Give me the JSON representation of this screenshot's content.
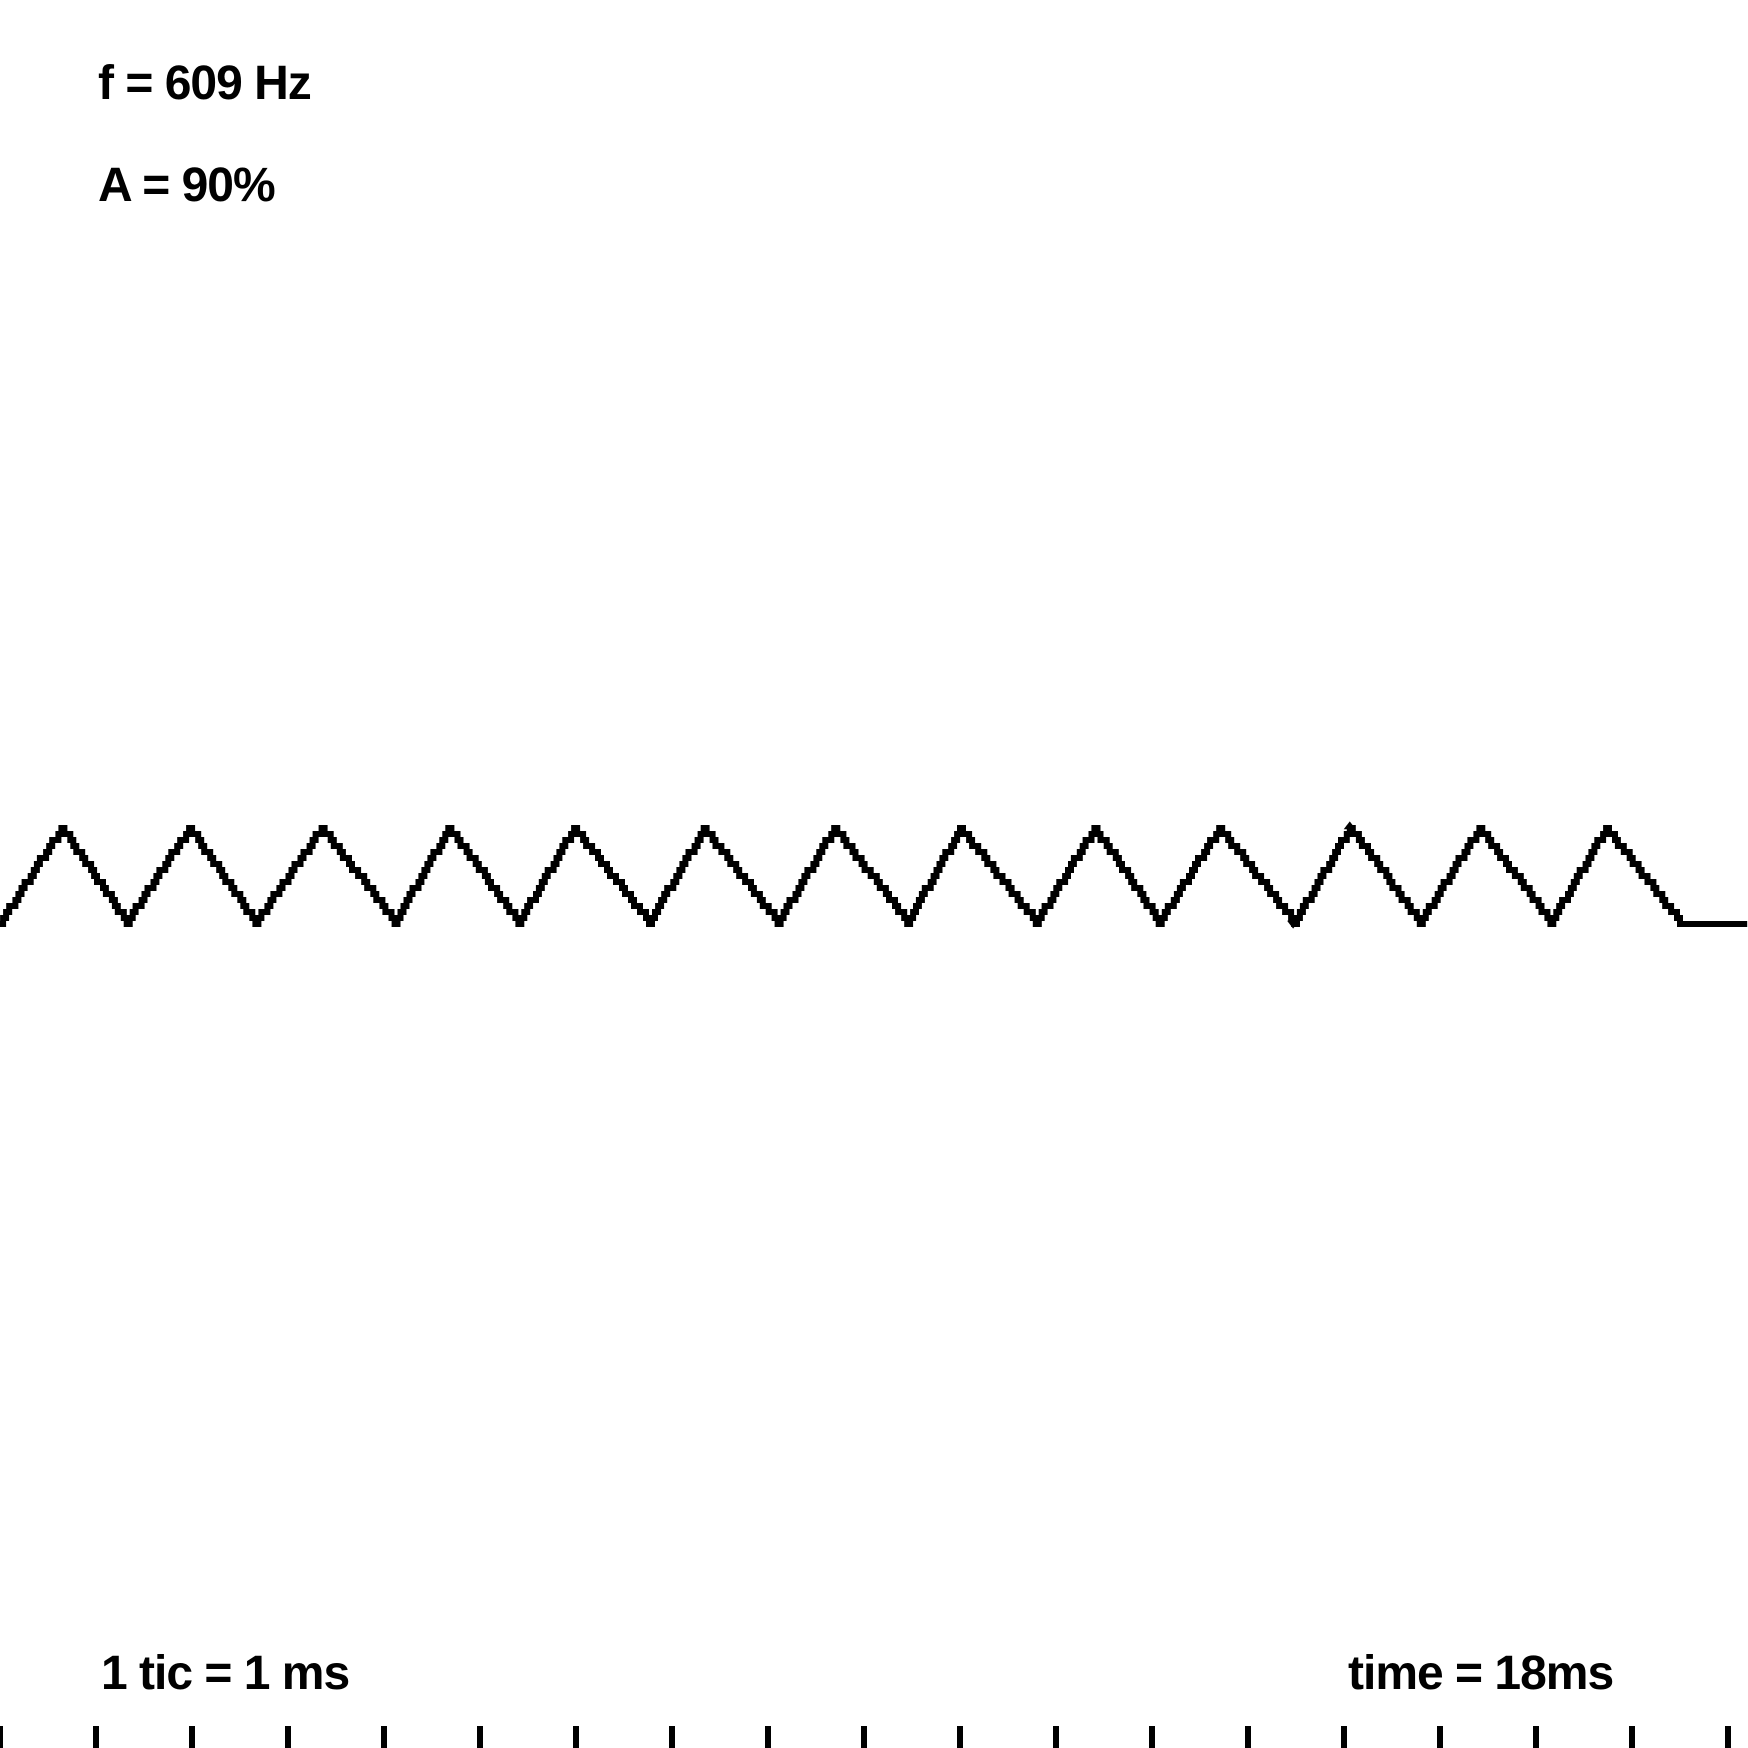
{
  "labels": {
    "frequency": "f = 609 Hz",
    "amplitude": "A = 90%",
    "tick_scale": "1 tic = 1 ms",
    "time": "time = 18ms"
  },
  "colors": {
    "background": "#ffffff",
    "trace": "#000000"
  },
  "chart_data": {
    "type": "line",
    "title": "",
    "xlabel": "",
    "ylabel": "",
    "waveform": "triangle (stepped)",
    "frequency_hz": 609,
    "amplitude_percent": 90,
    "xlim_ms": [
      0,
      18.2
    ],
    "ylim": [
      -1,
      1
    ],
    "tick_interval_ms": 1,
    "tick_count": 19,
    "grid": false,
    "legend": "none",
    "peak_times_ms": [
      0.64,
      1.97,
      3.35,
      4.67,
      5.98,
      7.33,
      8.69,
      10.0,
      11.4,
      12.7,
      14.06,
      15.41,
      16.73
    ],
    "trough_times_ms": [
      1.32,
      2.66,
      4.11,
      5.4,
      6.76,
      8.1,
      9.45,
      10.79,
      12.07,
      13.48,
      14.79,
      16.15,
      17.5
    ],
    "peak_level": 0.9,
    "trough_level": -0.9,
    "glitches": [
      {
        "time_ms": 14.06,
        "value": 1.0
      },
      {
        "time_ms": 13.47,
        "value": -1.0
      }
    ]
  }
}
